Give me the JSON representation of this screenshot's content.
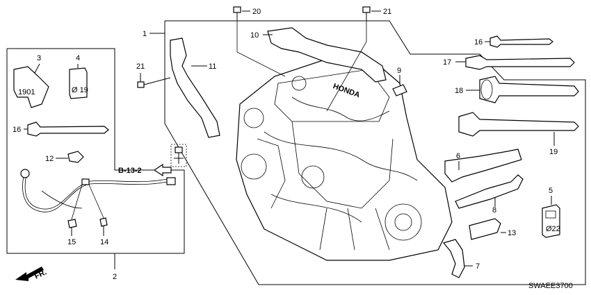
{
  "callouts": [
    "1",
    "2",
    "3",
    "4",
    "5",
    "6",
    "7",
    "8",
    "9",
    "10",
    "11",
    "12",
    "13",
    "14",
    "15",
    "16",
    "16",
    "17",
    "18",
    "19",
    "20",
    "21",
    "21"
  ],
  "reference": "B-13-2",
  "front_label": "FR.",
  "diagram_code": "SWAEE3700",
  "engine_brand": "HONDA",
  "connector_labels": {
    "part3": "1901",
    "part4": "Ø 19",
    "part5": "Ø22"
  }
}
